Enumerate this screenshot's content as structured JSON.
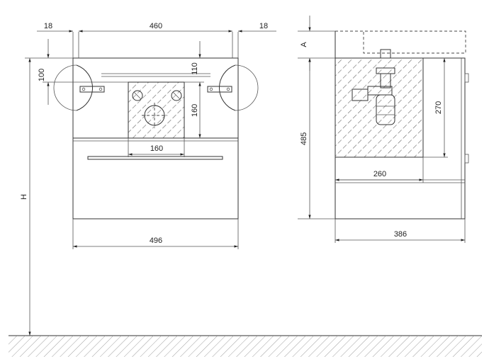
{
  "front_view": {
    "dims": {
      "left_side": "18",
      "inner_width": "460",
      "right_side": "18",
      "drawer_height": "100",
      "outlet_height": "110",
      "service_area_height": "160",
      "service_area_width": "160",
      "total_width": "496",
      "mount_height": "H"
    }
  },
  "side_view": {
    "dims": {
      "basin_offset": "A",
      "cabinet_height": "485",
      "cutout_height": "270",
      "cutout_depth": "260",
      "cabinet_depth": "386"
    }
  },
  "colors": {
    "line": "#333333",
    "hatch": "#666666",
    "floor_hatch": "#888888"
  }
}
